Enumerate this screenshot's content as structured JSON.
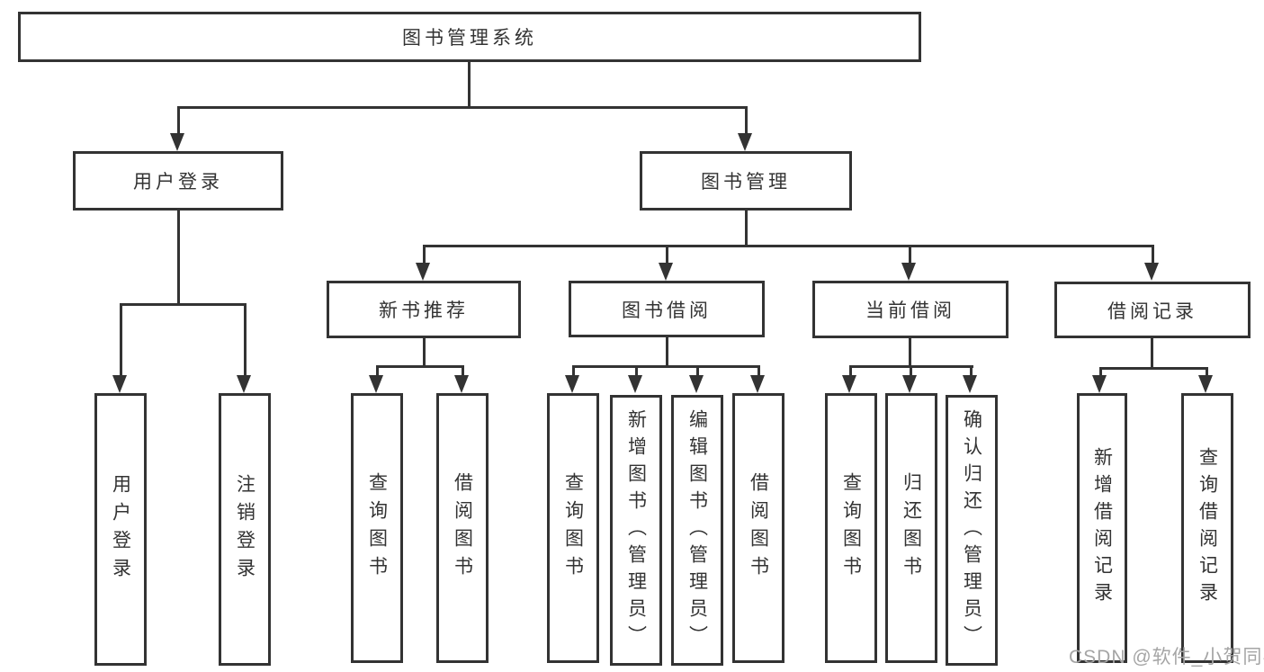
{
  "diagram": {
    "type": "hierarchy-tree",
    "title": "图书管理系统",
    "watermark": "CSDN @软件_小贺同学",
    "colors": {
      "line": "#333333",
      "box_border": "#333333",
      "box_background": "#ffffff",
      "text": "#333333",
      "watermark": "#a5a5a5",
      "page_background": "#ffffff"
    },
    "nodes": {
      "root": {
        "label": "图书管理系统"
      },
      "user_login": {
        "label": "用户登录"
      },
      "book_mgmt": {
        "label": "图书管理"
      },
      "new_book_rec": {
        "label": "新书推荐"
      },
      "book_borrow": {
        "label": "图书借阅"
      },
      "current_borrow": {
        "label": "当前借阅"
      },
      "borrow_records": {
        "label": "借阅记录"
      },
      "leaf_user_login": {
        "label": "用户登录"
      },
      "leaf_logout": {
        "label": "注销登录"
      },
      "leaf_nbr_query": {
        "label": "查询图书"
      },
      "leaf_nbr_borrow": {
        "label": "借阅图书"
      },
      "leaf_bb_query": {
        "label": "查询图书"
      },
      "leaf_bb_add": {
        "label": "新增图书（管理员）"
      },
      "leaf_bb_edit": {
        "label": "编辑图书（管理员）"
      },
      "leaf_bb_borrow": {
        "label": "借阅图书"
      },
      "leaf_cb_query": {
        "label": "查询图书"
      },
      "leaf_cb_return": {
        "label": "归还图书"
      },
      "leaf_cb_confirm": {
        "label": "确认归还（管理员）"
      },
      "leaf_br_add": {
        "label": "新增借阅记录"
      },
      "leaf_br_query": {
        "label": "查询借阅记录"
      }
    },
    "edges": [
      [
        "root",
        "user_login"
      ],
      [
        "root",
        "book_mgmt"
      ],
      [
        "user_login",
        "leaf_user_login"
      ],
      [
        "user_login",
        "leaf_logout"
      ],
      [
        "book_mgmt",
        "new_book_rec"
      ],
      [
        "book_mgmt",
        "book_borrow"
      ],
      [
        "book_mgmt",
        "current_borrow"
      ],
      [
        "book_mgmt",
        "borrow_records"
      ],
      [
        "new_book_rec",
        "leaf_nbr_query"
      ],
      [
        "new_book_rec",
        "leaf_nbr_borrow"
      ],
      [
        "book_borrow",
        "leaf_bb_query"
      ],
      [
        "book_borrow",
        "leaf_bb_add"
      ],
      [
        "book_borrow",
        "leaf_bb_edit"
      ],
      [
        "book_borrow",
        "leaf_bb_borrow"
      ],
      [
        "current_borrow",
        "leaf_cb_query"
      ],
      [
        "current_borrow",
        "leaf_cb_return"
      ],
      [
        "current_borrow",
        "leaf_cb_confirm"
      ],
      [
        "borrow_records",
        "leaf_br_add"
      ],
      [
        "borrow_records",
        "leaf_br_query"
      ]
    ]
  }
}
